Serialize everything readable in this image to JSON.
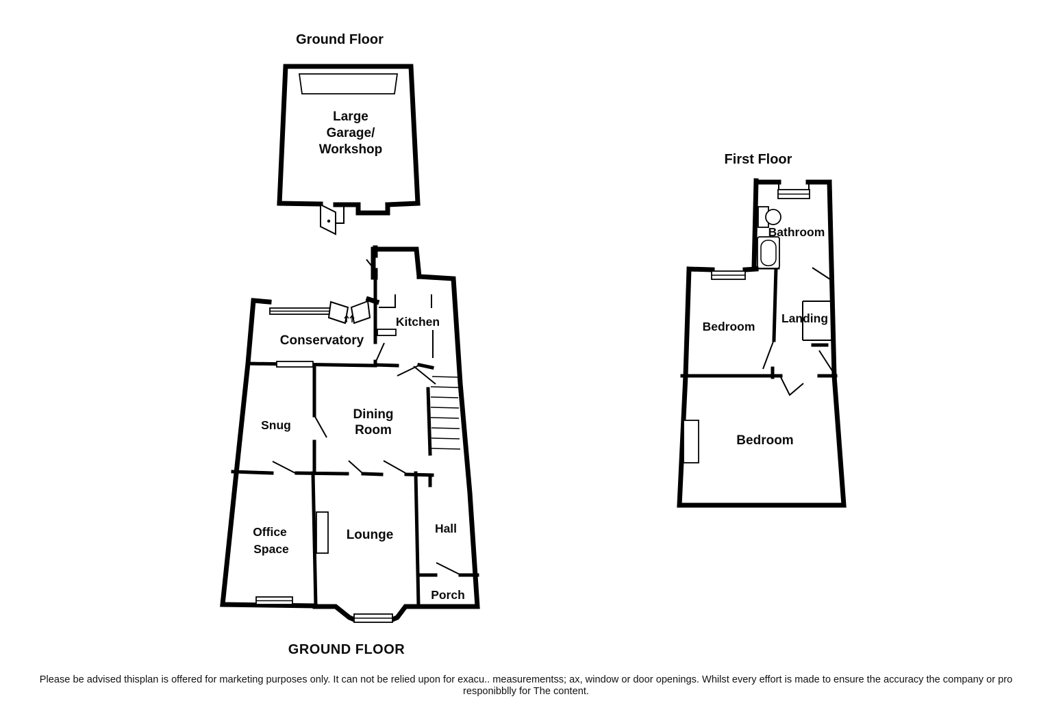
{
  "page": {
    "background": "#ffffff",
    "wall_color": "#000000"
  },
  "titles": {
    "garage_title": "Ground Floor",
    "first_floor_title": "First Floor",
    "ground_floor_caption": "GROUND FLOOR"
  },
  "garage": {
    "label_lines": [
      "Large",
      "Garage/",
      "Workshop"
    ]
  },
  "ground_floor": {
    "kitchen": "Kitchen",
    "conservatory": "Conservatory",
    "snug": "Snug",
    "dining_lines": [
      "Dining",
      "Room"
    ],
    "office_lines": [
      "Office",
      "Space"
    ],
    "lounge": "Lounge",
    "hall": "Hall",
    "porch": "Porch"
  },
  "first_floor": {
    "bathroom": "Bathroom",
    "bedroom_front": "Bedroom",
    "landing": "Landing",
    "bedroom_back": "Bedroom"
  },
  "disclaimer": {
    "line1": "Please be advised thisplan is offered for marketing purposes only. It can not be relied upon for exacu.. measurementss; ax, window or door openings. Whilst every effort is made to ensure the accuracy the company or pro",
    "line2": "responibblly for The content."
  }
}
